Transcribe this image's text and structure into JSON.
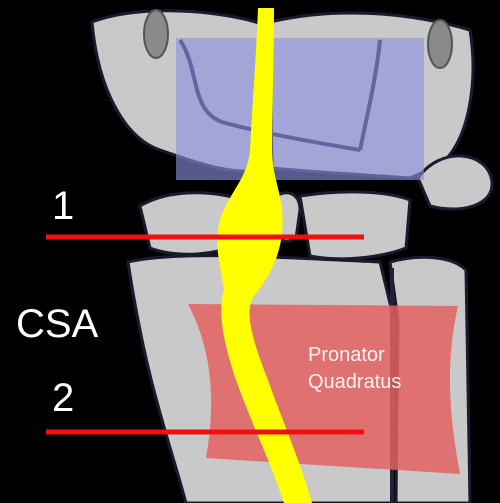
{
  "labels": {
    "line_1": "1",
    "line_2": "2",
    "csa": "CSA",
    "muscle_line1": "Pronator",
    "muscle_line2": "Quadratus"
  },
  "colors": {
    "background": "#000000",
    "bone": "#c9c9c9",
    "bone_outline": "#1b1b30",
    "carpal_overlay": "#8d8fe0",
    "muscle_overlay": "#e46262",
    "nerve": "#ffff00",
    "measure_line": "#ee1111",
    "text": "#ffffff"
  }
}
